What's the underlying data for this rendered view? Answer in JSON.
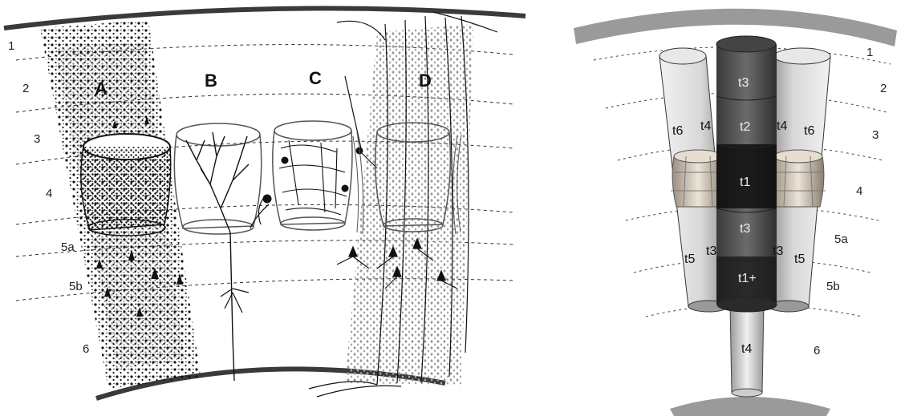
{
  "left_figure": {
    "layers": [
      "1",
      "2",
      "3",
      "4",
      "5a",
      "5b",
      "6"
    ],
    "panels": [
      "A",
      "B",
      "C",
      "D"
    ]
  },
  "right_figure": {
    "layers": [
      "1",
      "2",
      "3",
      "4",
      "5a",
      "5b",
      "6"
    ],
    "center_column_labels": [
      "t3",
      "t2",
      "t1",
      "t3",
      "t1+",
      "t4"
    ],
    "left_column_labels": [
      "t6",
      "t4",
      "t5",
      "t3"
    ],
    "right_column_labels": [
      "t4",
      "t6",
      "t3",
      "t5"
    ]
  },
  "colors": {
    "cortex_border_left": "#3a3a3a",
    "cortex_border_right": "#9a9a9a",
    "ink": "#111111"
  }
}
